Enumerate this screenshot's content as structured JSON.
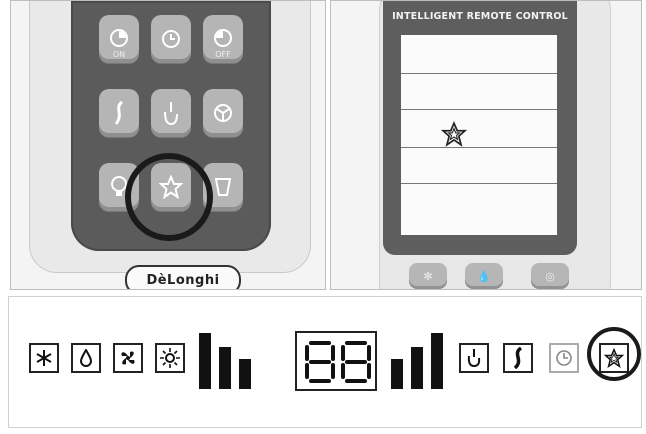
{
  "left_remote": {
    "brand": "DèLonghi",
    "keys": [
      {
        "icon": "timer-on-icon",
        "sub": "ON"
      },
      {
        "icon": "clock-icon",
        "sub": ""
      },
      {
        "icon": "timer-off-icon",
        "sub": "OFF"
      },
      {
        "icon": "swing-icon",
        "sub": ""
      },
      {
        "icon": "hand-sensor-icon",
        "sub": ""
      },
      {
        "icon": "fan-speed-icon",
        "sub": ""
      },
      {
        "icon": "bulb-icon",
        "sub": ""
      },
      {
        "icon": "star-icon",
        "sub": ""
      },
      {
        "icon": "cup-icon",
        "sub": ""
      }
    ],
    "highlighted_key": "star-icon"
  },
  "right_remote": {
    "title": "INTELLIGENT REMOTE CONTROL",
    "screen_icon": "star-icon"
  },
  "display_strip": {
    "digits": "88",
    "icons": [
      "snowflake-icon",
      "drop-icon",
      "fan-icon",
      "sun-icon",
      "hand-icon",
      "swing-icon",
      "clock-icon",
      "star-icon"
    ],
    "highlighted_icon": "star-icon"
  },
  "colors": {
    "keypad": "#5b5b5b",
    "key": "#b5b5b5",
    "ink": "#111111"
  }
}
